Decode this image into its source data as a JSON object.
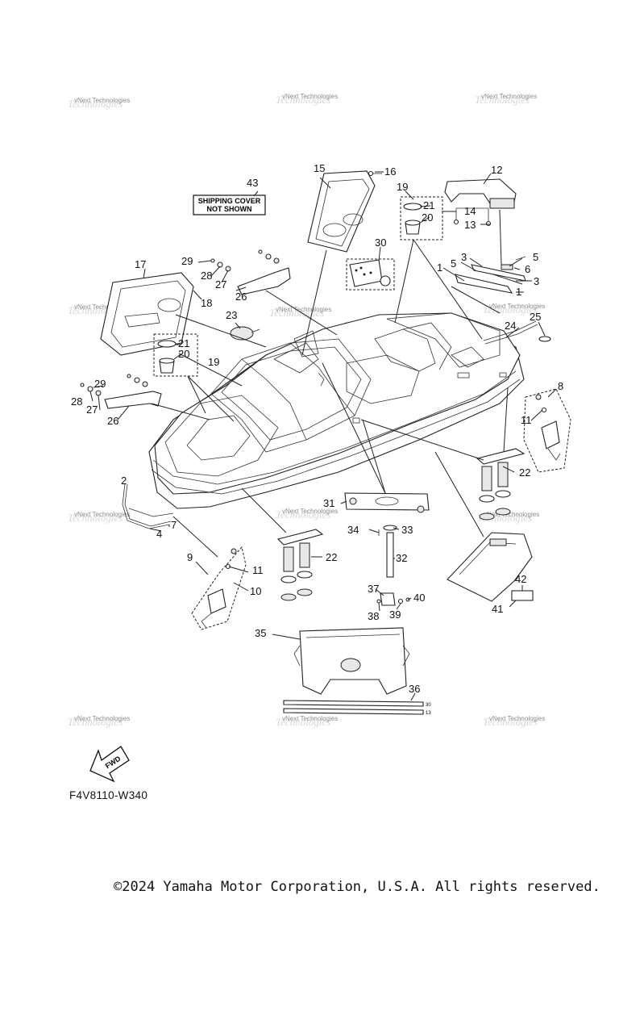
{
  "callouts": [
    "1",
    "2",
    "3",
    "4",
    "5",
    "6",
    "7",
    "8",
    "9",
    "10",
    "11",
    "12",
    "13",
    "14",
    "15",
    "16",
    "17",
    "18",
    "19",
    "20",
    "21",
    "22",
    "23",
    "24",
    "25",
    "26",
    "27",
    "28",
    "29",
    "30",
    "31",
    "32",
    "33",
    "34",
    "35",
    "36",
    "37",
    "38",
    "39",
    "40",
    "41",
    "42",
    "43"
  ],
  "extra_labels": {
    "n1b": "1",
    "n3b": "3",
    "n5b": "5",
    "n11b": "11",
    "n19b": "19",
    "n20b": "20",
    "n21b": "21",
    "n22b": "22",
    "n26b": "26",
    "n27b": "27",
    "n28b": "28",
    "n29b": "29"
  },
  "shipping_note": {
    "line1": "SHIPPING COVER",
    "line2": "NOT SHOWN"
  },
  "fwd_label": "FWD",
  "dim_labels": {
    "top": "30",
    "bottom": "13"
  },
  "diagram_code": "F4V8110-W340",
  "copyright": "©2024 Yamaha Motor Corporation, U.S.A. All rights reserved.",
  "watermark": {
    "line1": "vNext Technologies",
    "line2": "Technologies"
  },
  "colors": {
    "ink": "#111111",
    "watermark": "#8a8a8a",
    "background": "#ffffff"
  }
}
